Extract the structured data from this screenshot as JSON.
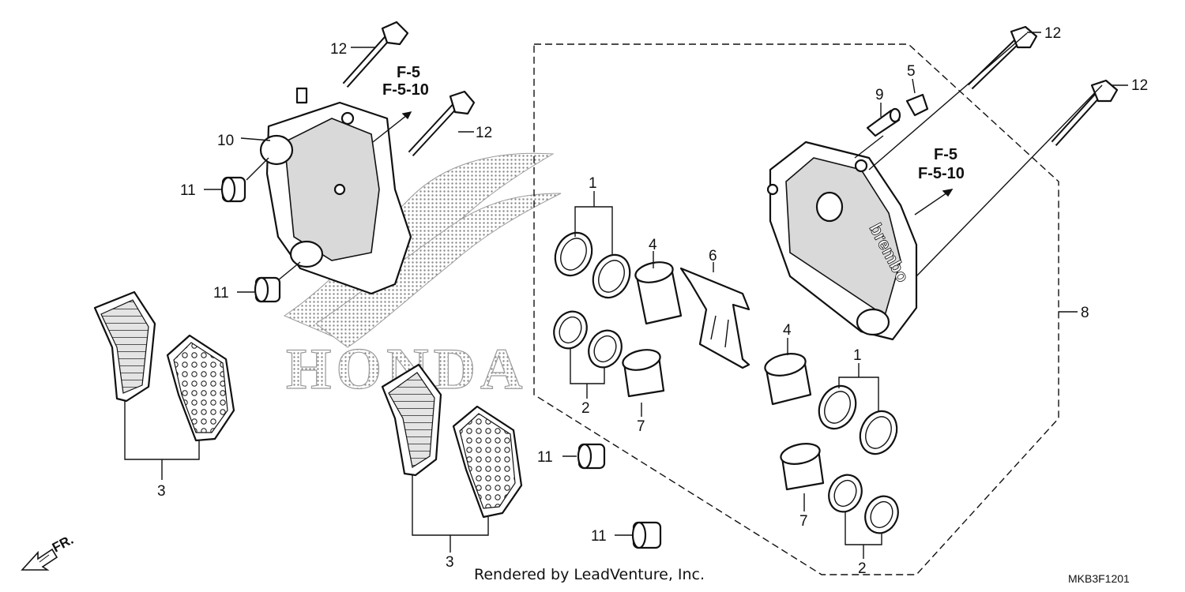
{
  "callouts": {
    "c1a": "1",
    "c1b": "1",
    "c2a": "2",
    "c2b": "2",
    "c3a": "3",
    "c3b": "3",
    "c4a": "4",
    "c4b": "4",
    "c5": "5",
    "c6": "6",
    "c7a": "7",
    "c7b": "7",
    "c8": "8",
    "c9": "9",
    "c10": "10",
    "c11a": "11",
    "c11b": "11",
    "c11c": "11",
    "c11d": "11",
    "c12a": "12",
    "c12b": "12",
    "c12c": "12",
    "c12d": "12"
  },
  "references": {
    "left_line1": "F-5",
    "left_line2": "F-5-10",
    "right_line1": "F-5",
    "right_line2": "F-5-10"
  },
  "watermark": "HONDA",
  "caliper_brand": "brembo",
  "direction_label": "FR.",
  "footer": {
    "credit": "Rendered by LeadVenture, Inc.",
    "diagram_code": "MKB3F1201"
  }
}
